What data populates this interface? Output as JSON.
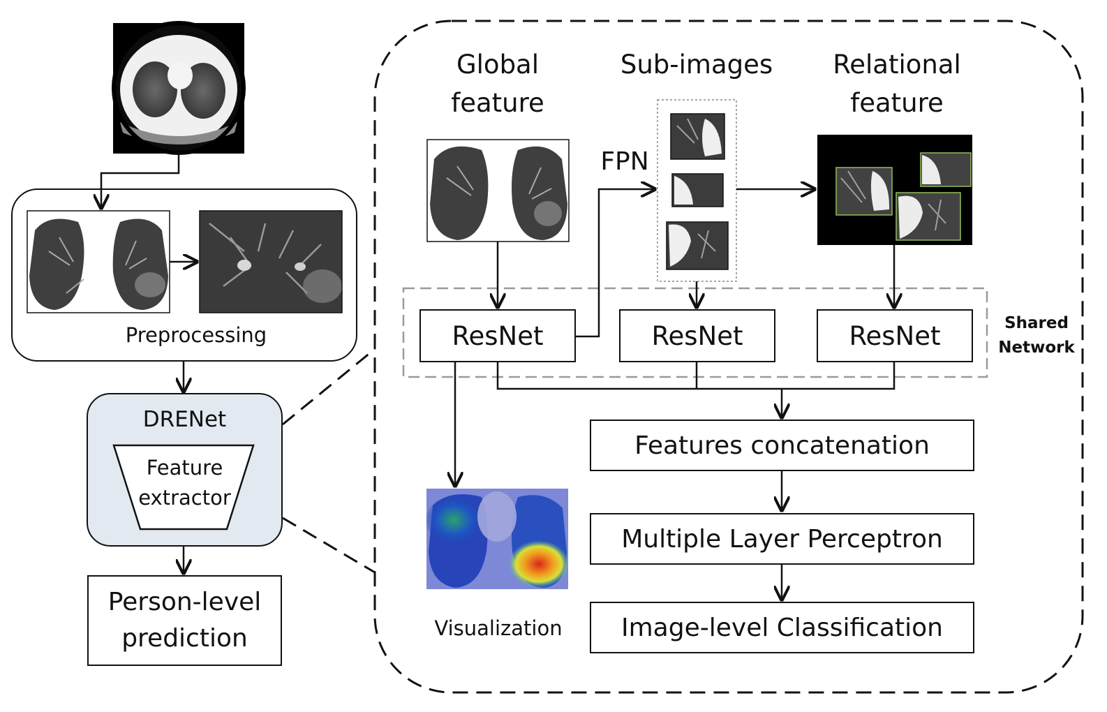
{
  "left_pipeline": {
    "preprocessing_label": "Preprocessing",
    "drenet_label": "DRENet",
    "feature_extractor_label": "Feature extractor",
    "feature_extractor_line1": "Feature",
    "feature_extractor_line2": "extractor",
    "person_level_line1": "Person-level",
    "person_level_line2": "prediction"
  },
  "detail_panel": {
    "global_feature_line1": "Global",
    "global_feature_line2": "feature",
    "sub_images_label": "Sub-images",
    "relational_feature_line1": "Relational",
    "relational_feature_line2": "feature",
    "fpn_label": "FPN",
    "resnet_label": "ResNet",
    "shared_network_line1": "Shared",
    "shared_network_line2": "Network",
    "features_concatenation": "Features concatenation",
    "mlp": "Multiple Layer Perceptron",
    "image_level_classification": "Image-level Classification",
    "visualization_label": "Visualization"
  },
  "colors": {
    "line": "#111111",
    "drenet_fill": "#e3e9f1",
    "shared_dash": "#9a9a9a",
    "ct_dark": "#3a3a3a",
    "ct_bright": "#f2f2f2"
  }
}
